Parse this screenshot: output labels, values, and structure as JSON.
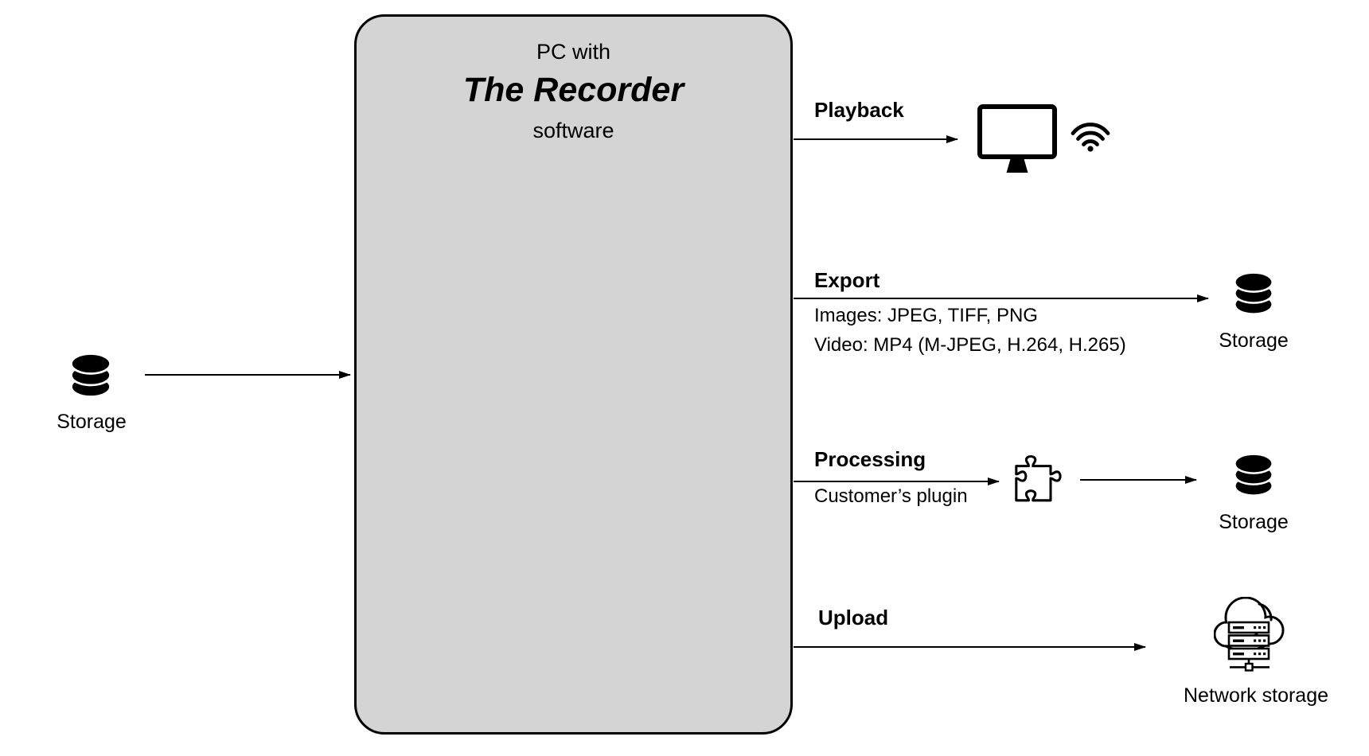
{
  "colors": {
    "background": "#ffffff",
    "box_fill": "#d4d4d4",
    "box_border": "#000000",
    "ink": "#000000"
  },
  "box": {
    "line1": "PC with",
    "line2": "The Recorder",
    "line3": "software"
  },
  "source": {
    "label": "Storage",
    "icon": "database-icon"
  },
  "flows": {
    "playback": {
      "label": "Playback",
      "target_icons": [
        "monitor-icon",
        "wifi-icon"
      ]
    },
    "export": {
      "label": "Export",
      "formats_images": "Images: JPEG, TIFF, PNG",
      "formats_video": "Video: MP4 (M-JPEG, H.264, H.265)",
      "target_label": "Storage",
      "target_icon": "database-icon"
    },
    "processing": {
      "label": "Processing",
      "detail": "Customer’s plugin",
      "via_icon": "puzzle-icon",
      "target_label": "Storage",
      "target_icon": "database-icon"
    },
    "upload": {
      "label": "Upload",
      "target_label": "Network storage",
      "target_icon": "cloud-server-icon"
    }
  }
}
